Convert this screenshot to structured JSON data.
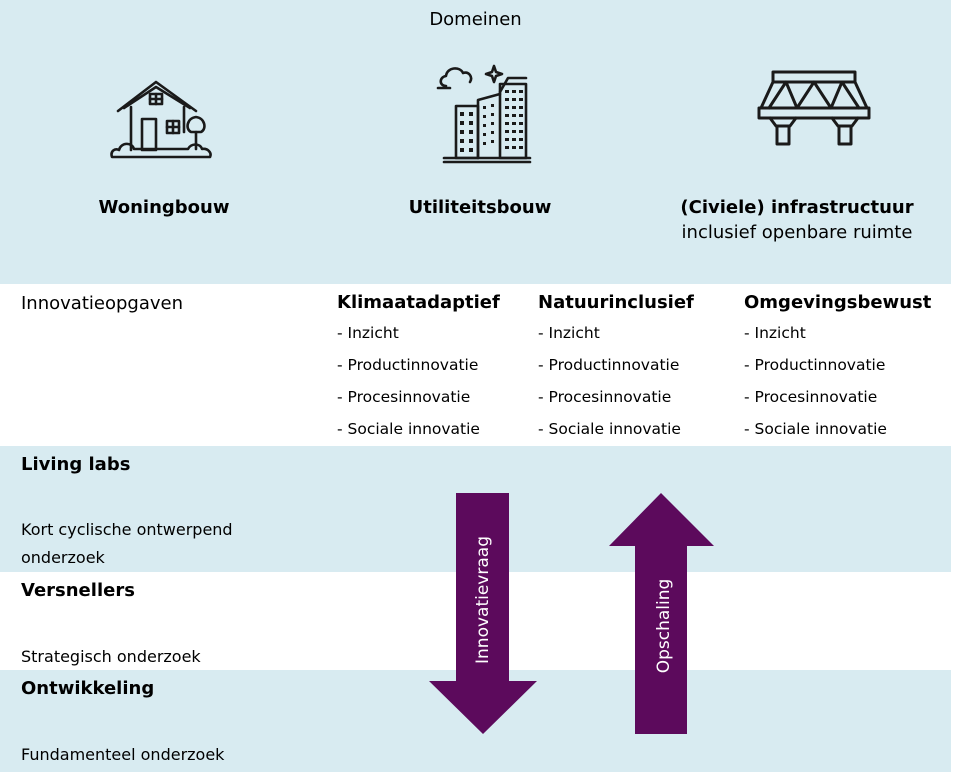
{
  "domains": {
    "title": "Domeinen",
    "items": [
      {
        "name": "Woningbouw",
        "subtitle": "",
        "icon": "house-icon"
      },
      {
        "name": "Utiliteitsbouw",
        "subtitle": "",
        "icon": "office-buildings-icon"
      },
      {
        "name": "(Civiele) infrastructuur",
        "subtitle": "inclusief openbare ruimte",
        "icon": "bridge-icon"
      }
    ]
  },
  "innovation": {
    "label": "Innovatieopgaven",
    "columns": [
      {
        "title": "Klimaatadaptief",
        "items": [
          "- Inzicht",
          "- Productinnovatie",
          "- Procesinnovatie",
          "- Sociale innovatie"
        ]
      },
      {
        "title": "Natuurinclusief",
        "items": [
          "- Inzicht",
          "- Productinnovatie",
          "- Procesinnovatie",
          "- Sociale innovatie"
        ]
      },
      {
        "title": "Omgevingsbewust",
        "items": [
          "- Inzicht",
          "- Productinnovatie",
          "- Procesinnovatie",
          "- Sociale innovatie"
        ]
      }
    ]
  },
  "levels": [
    {
      "title": "Living labs",
      "desc": "Kort cyclische ontwerpend onderzoek"
    },
    {
      "title": "Versnellers",
      "desc": "Strategisch onderzoek"
    },
    {
      "title": "Ontwikkeling",
      "desc": "Fundamenteel onderzoek"
    }
  ],
  "arrows": {
    "down_label": "Innovatievraag",
    "up_label": "Opschaling",
    "color": "#5c0a5c"
  },
  "colors": {
    "band": "#d8ebf1",
    "arrow": "#5c0a5c"
  }
}
